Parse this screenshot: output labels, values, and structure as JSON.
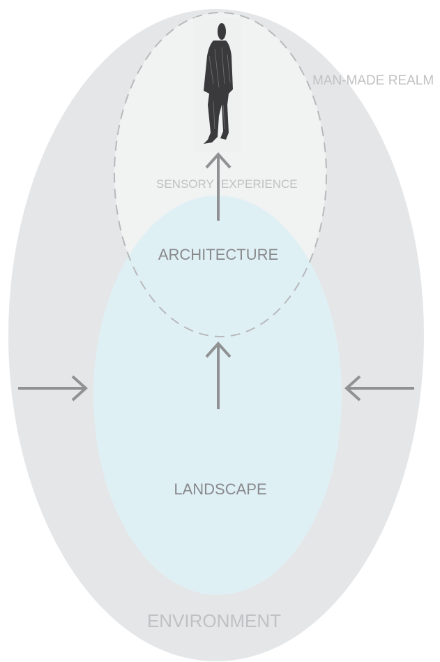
{
  "labels": {
    "man_made_realm": "MAN-MADE REALM",
    "sensory": "SENSORY",
    "experience": "EXPERIENCE",
    "architecture": "ARCHITECTURE",
    "landscape": "LANDSCAPE",
    "environment": "ENVIRONMENT"
  },
  "colors": {
    "environment_fill": "#e5e6e8",
    "realm_fill": "#f1f2f2",
    "realm_stroke": "#b8b9bb",
    "landscape_fill": "#dff0f5",
    "arrow": "#909193",
    "figure": "#3a3a3c",
    "label_dark": "#88898b",
    "label_light": "#c0c1c3"
  },
  "icons": {
    "figure": "standing-person-sketch",
    "arrows": [
      "arrow-right-icon",
      "arrow-left-icon",
      "arrow-up-icon",
      "arrow-up-icon"
    ]
  }
}
